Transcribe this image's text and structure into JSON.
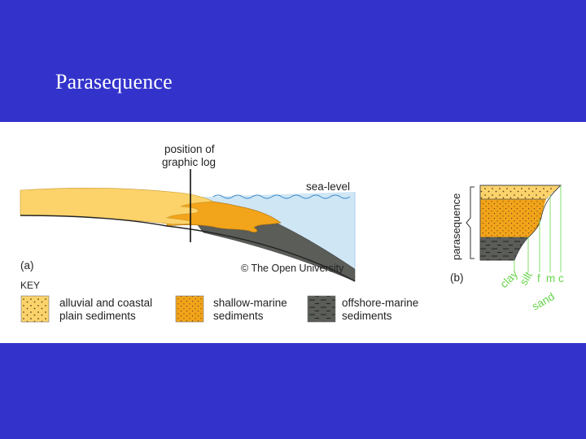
{
  "slide": {
    "title": "Parasequence"
  },
  "figure_a": {
    "annotation_line1": "position of",
    "annotation_line2": "graphic log",
    "sea_level": "sea-level",
    "panel_label": "(a)",
    "copyright": "© The Open University"
  },
  "key": {
    "heading": "KEY",
    "items": [
      {
        "line1": "alluvial and coastal",
        "line2": "plain sediments"
      },
      {
        "line1": "shallow-marine",
        "line2": "sediments"
      },
      {
        "line1": "offshore-marine",
        "line2": "sediments"
      }
    ]
  },
  "figure_b": {
    "axis_label": "parasequence",
    "panel_label": "(b)",
    "grain_sizes": [
      "clay",
      "silt",
      "f",
      "m",
      "c"
    ],
    "sand_label": "sand"
  },
  "colors": {
    "background": "#3333cc",
    "alluvial": "#fcd36b",
    "shallow_marine": "#f2a41a",
    "offshore_marine": "#5a5d58",
    "water": "#cfe6f5",
    "water_line": "#3a88c8",
    "grain_scale": "#66d44a"
  }
}
